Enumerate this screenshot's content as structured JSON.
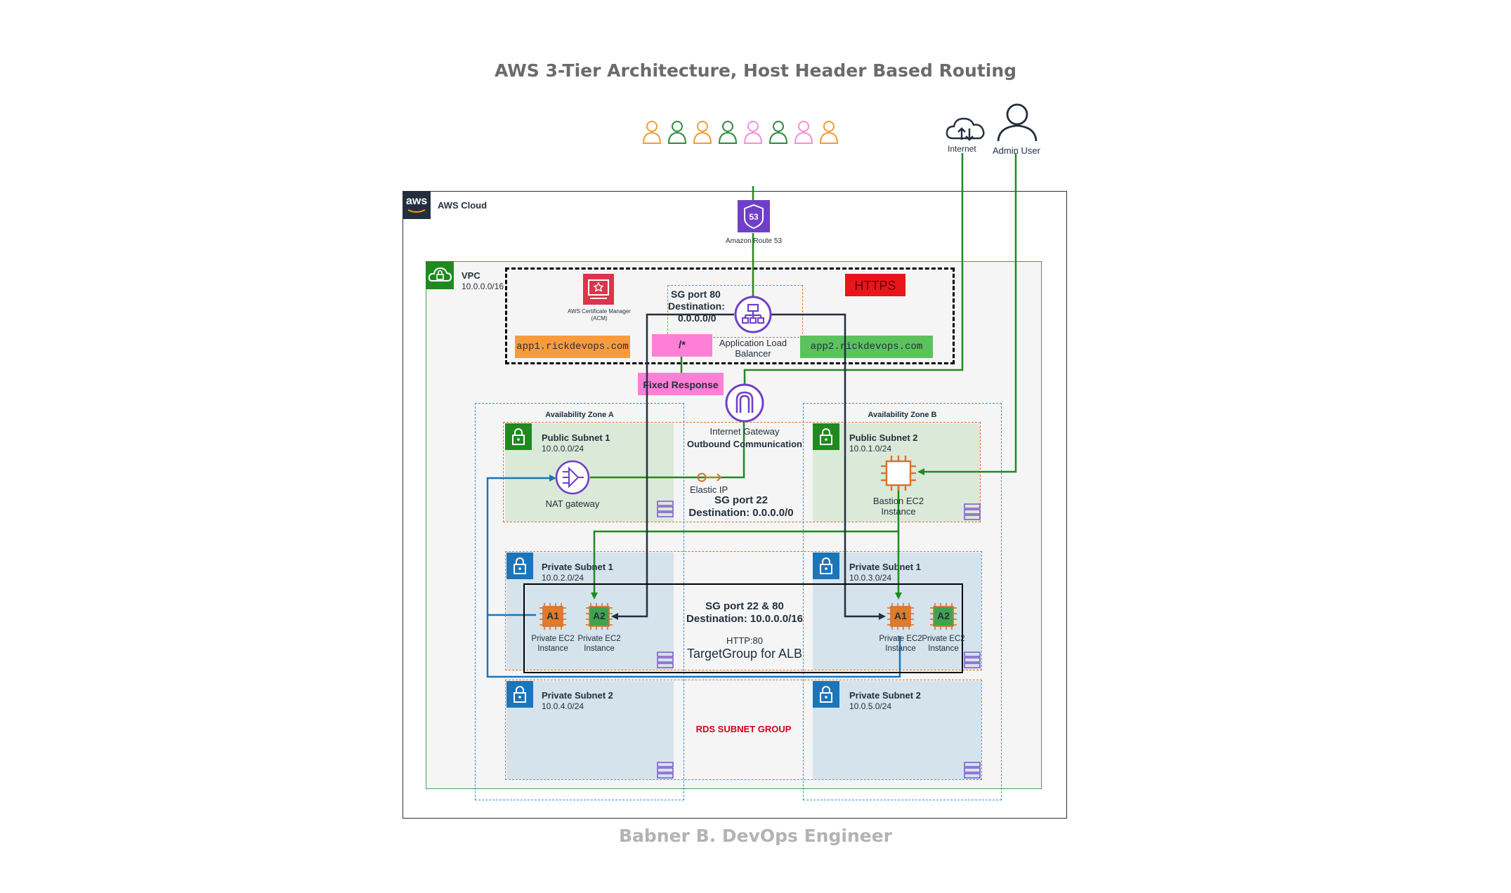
{
  "title": "AWS 3-Tier Architecture, Host Header Based Routing",
  "footer": "Babner B. DevOps Engineer",
  "internet_label": "Internet",
  "admin_label": "Admin User",
  "aws_cloud_label": "AWS Cloud",
  "aws_logo_text": "aws",
  "route53": {
    "label": "Amazon Route 53",
    "badge": "53"
  },
  "vpc": {
    "label": "VPC",
    "cidr": "10.0.0.0/16"
  },
  "acm_label": "AWS Certificate Manager (ACM)",
  "https_label": "HTTPS",
  "alb": {
    "sg_line1": "SG port 80",
    "sg_line2": "Destination:",
    "sg_line3": "0.0.0.0/0",
    "label_line1": "Application Load",
    "label_line2": "Balancer"
  },
  "routes": {
    "app1": "app1.rickdevops.com",
    "default": "/*",
    "app2": "app2.rickdevops.com"
  },
  "fixed_response": "Fixed Response",
  "igw": {
    "label": "Internet Gateway",
    "outbound": "Outbound Communication"
  },
  "az_a": "Availability Zone A",
  "az_b": "Availability Zone B",
  "public_subnet_1": {
    "name": "Public Subnet 1",
    "cidr": "10.0.0.0/24"
  },
  "public_subnet_2": {
    "name": "Public Subnet 2",
    "cidr": "10.0.1.0/24"
  },
  "private_subnet_1a": {
    "name": "Private Subnet 1",
    "cidr": "10.0.2.0/24"
  },
  "private_subnet_1b": {
    "name": "Private Subnet 1",
    "cidr": "10.0.3.0/24"
  },
  "private_subnet_2a": {
    "name": "Private Subnet 2",
    "cidr": "10.0.4.0/24"
  },
  "private_subnet_2b": {
    "name": "Private Subnet 2",
    "cidr": "10.0.5.0/24"
  },
  "nat_label": "NAT gateway",
  "elastic_ip_label": "Elastic IP",
  "sg22": {
    "line1": "SG port 22",
    "line2": "Destination: 0.0.0.0/0"
  },
  "bastion": {
    "line1": "Bastion EC2",
    "line2": "Instance"
  },
  "sg22_80": {
    "line1": "SG port 22 & 80",
    "line2": "Destination: 10.0.0.0/16"
  },
  "target_group": {
    "proto": "HTTP:80",
    "label": "TargetGroup for ALB"
  },
  "ec2_line1": "Private EC2",
  "ec2_line2": "Instance",
  "a1": "A1",
  "a2": "A2",
  "rds_label": "RDS SUBNET GROUP",
  "colors": {
    "aws_green": "#1f8a1f",
    "public_fill": "#dbe9d8",
    "private_fill": "#d5e3ec",
    "az_border": "#3a8fd0",
    "subnet_border": "#d9722c",
    "acm_red": "#dd344c",
    "purple": "#6f3fc9",
    "ec2_orange": "#e07b2a",
    "ec2_green": "#3fa34d",
    "https_red": "#e8151b",
    "rds_red": "#d0021b",
    "pink": "#ff7fd7",
    "orange_label": "#f79b3c",
    "green_label": "#5cc25c"
  },
  "users": [
    "#f29b38",
    "#2e8b3e",
    "#f29b38",
    "#2e8b3e",
    "#f48fd6",
    "#2e8b3e",
    "#f48fd6",
    "#f29b38"
  ]
}
